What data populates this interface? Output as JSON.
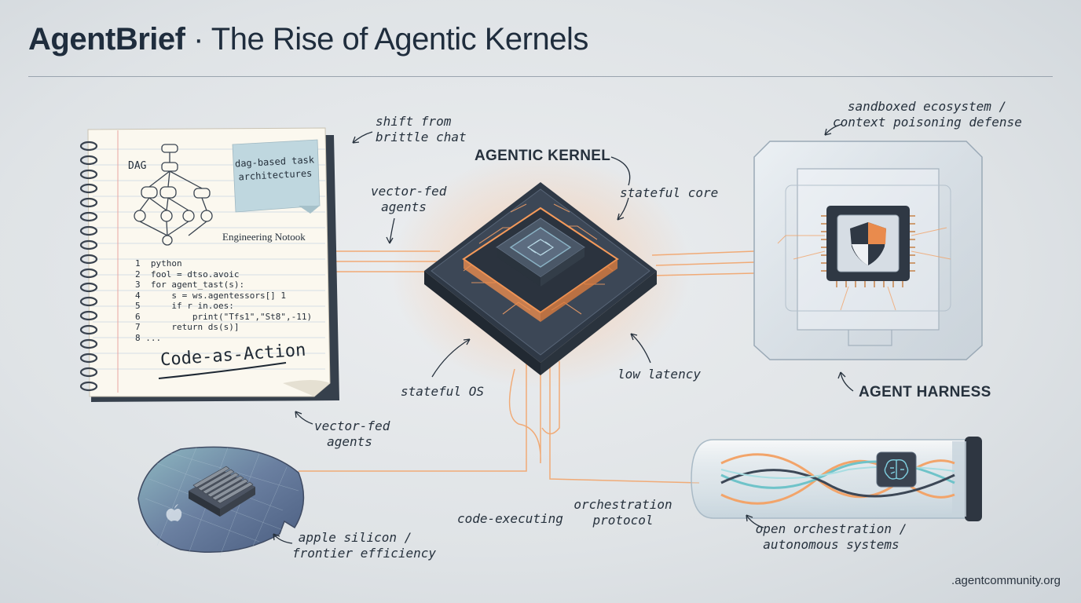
{
  "header": {
    "brand": "AgentBrief",
    "separator": " · ",
    "subtitle": "The Rise of Agentic Kernels"
  },
  "notebook": {
    "dag_label": "DAG",
    "sticky_note": "dag-based task architectures",
    "title": "Engineering Notook",
    "code_lines": [
      "1  python",
      "2  fool = dtso.avoic",
      "3  for agent_tast(s):",
      "4      s = ws.agentessors[] 1",
      "5      if r in.oes:",
      "6          print(\"Tfs1\",\"St8\",-11)",
      "7      return ds(s)]",
      "8 ..."
    ],
    "code_as_action": "Code-as-Action"
  },
  "kernel": {
    "label": "AGENTIC KERNEL"
  },
  "harness": {
    "label": "AGENT HARNESS"
  },
  "annotations": {
    "shift_from_chat": "shift from\nbrittle chat",
    "vector_fed_top": "vector-fed\nagents",
    "stateful_core": "stateful core",
    "stateful_os": "stateful OS",
    "low_latency": "low latency",
    "vector_fed_bottom": "vector-fed\nagents",
    "sandboxed": "sandboxed ecosystem /\ncontext poisoning defense",
    "apple_silicon": "apple silicon /\nfrontier efficiency",
    "code_executing": "code-executing",
    "orchestration_protocol": "orchestration\nprotocol",
    "open_orchestration": "open orchestration /\nautonomous systems"
  },
  "footer": {
    "site": ".agentcommunity.org"
  },
  "colors": {
    "accent_orange": "#f2a46a",
    "chip_dark": "#3c4756",
    "teal": "#6fc3c9",
    "ink": "#26313d"
  }
}
